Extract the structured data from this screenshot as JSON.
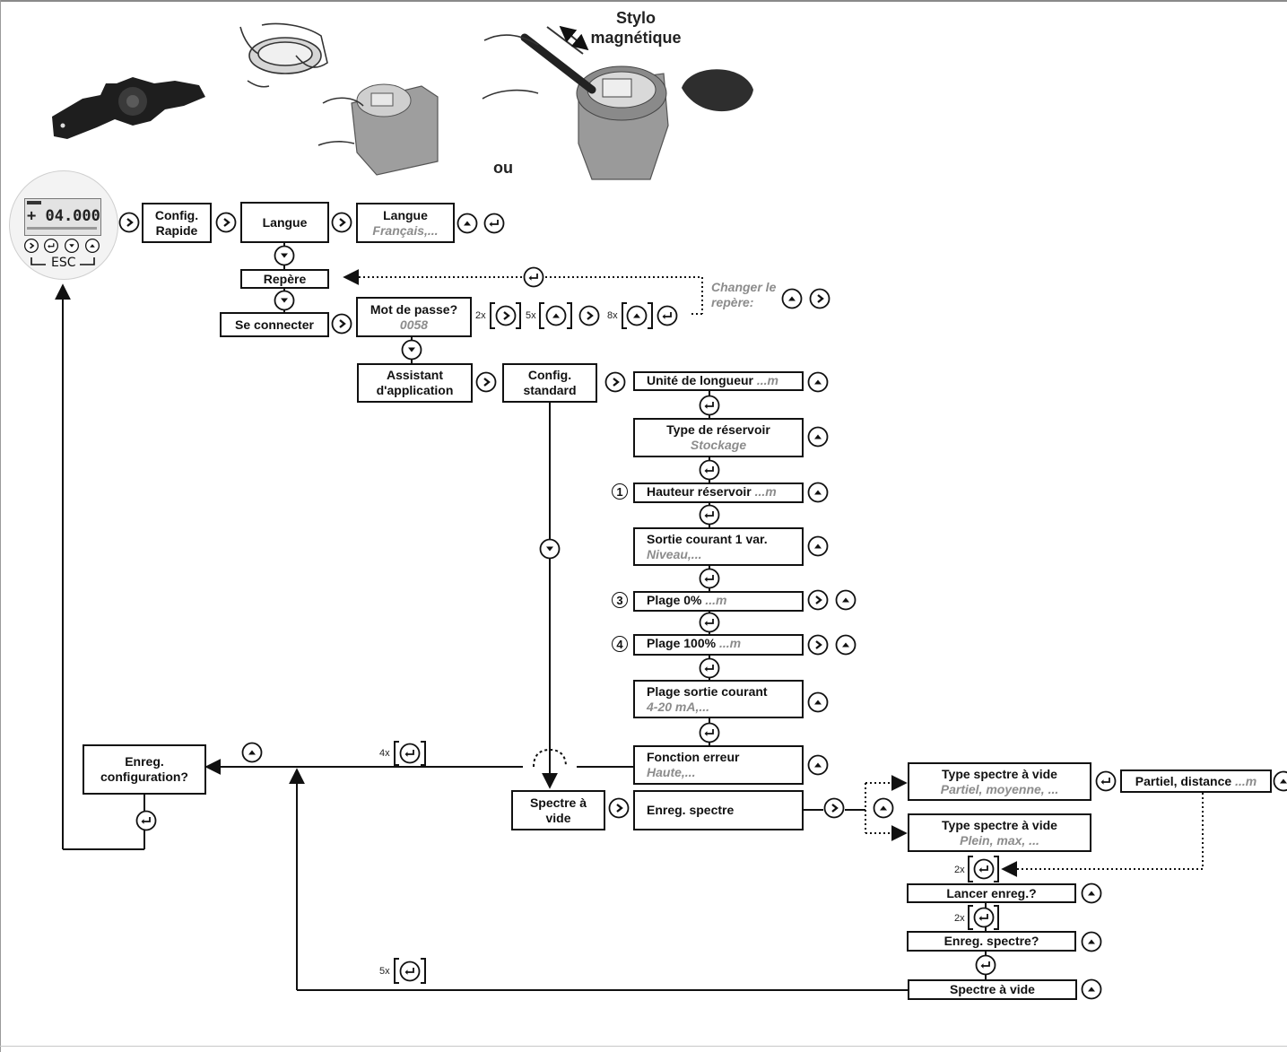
{
  "header": {
    "pen_label": "Stylo\nmagnétique",
    "or_label": "ou"
  },
  "device": {
    "display_value": "+ 04.000",
    "esc_label": "ESC"
  },
  "menu": {
    "config_rapide": "Config.\nRapide",
    "langue": "Langue",
    "langue_value_title": "Langue",
    "langue_value": "Français,...",
    "repere": "Repère",
    "changer_repere": "Changer le\nrepère:",
    "se_connecter": "Se connecter",
    "mot_de_passe": "Mot de passe?",
    "mot_de_passe_value": "0058",
    "count_2x": "2x",
    "count_5x": "5x",
    "count_8x": "8x",
    "assistant": "Assistant\nd'application",
    "config_standard": "Config.\nstandard",
    "unite_longueur": "Unité de longueur",
    "unite_longueur_value": "...m",
    "type_reservoir": "Type de réservoir",
    "type_reservoir_value": "Stockage",
    "step1": "1",
    "hauteur_reservoir": "Hauteur réservoir",
    "hauteur_reservoir_value": "...m",
    "sortie_courant": "Sortie courant 1 var.",
    "sortie_courant_value": "Niveau,...",
    "step3": "3",
    "plage_0": "Plage 0%",
    "plage_0_value": "...m",
    "step4": "4",
    "plage_100": "Plage 100%",
    "plage_100_value": "...m",
    "plage_sortie": "Plage sortie courant",
    "plage_sortie_value": "4-20 mA,...",
    "fonction_erreur": "Fonction erreur",
    "fonction_erreur_value": "Haute,...",
    "count_4x": "4x",
    "enreg_config": "Enreg.\nconfiguration?",
    "spectre_vide": "Spectre à\nvide",
    "enreg_spectre": "Enreg. spectre",
    "type_spectre_1": "Type spectre à vide",
    "type_spectre_1_value": "Partiel, moyenne, ...",
    "partiel_distance": "Partiel, distance",
    "partiel_distance_value": "...m",
    "type_spectre_2": "Type spectre à vide",
    "type_spectre_2_value": "Plein, max, ...",
    "count_2x_b": "2x",
    "lancer_enreg": "Lancer enreg.?",
    "count_2x_c": "2x",
    "enreg_spectre_q": "Enreg. spectre?",
    "spectre_vide_end": "Spectre à vide",
    "count_5x_b": "5x"
  }
}
